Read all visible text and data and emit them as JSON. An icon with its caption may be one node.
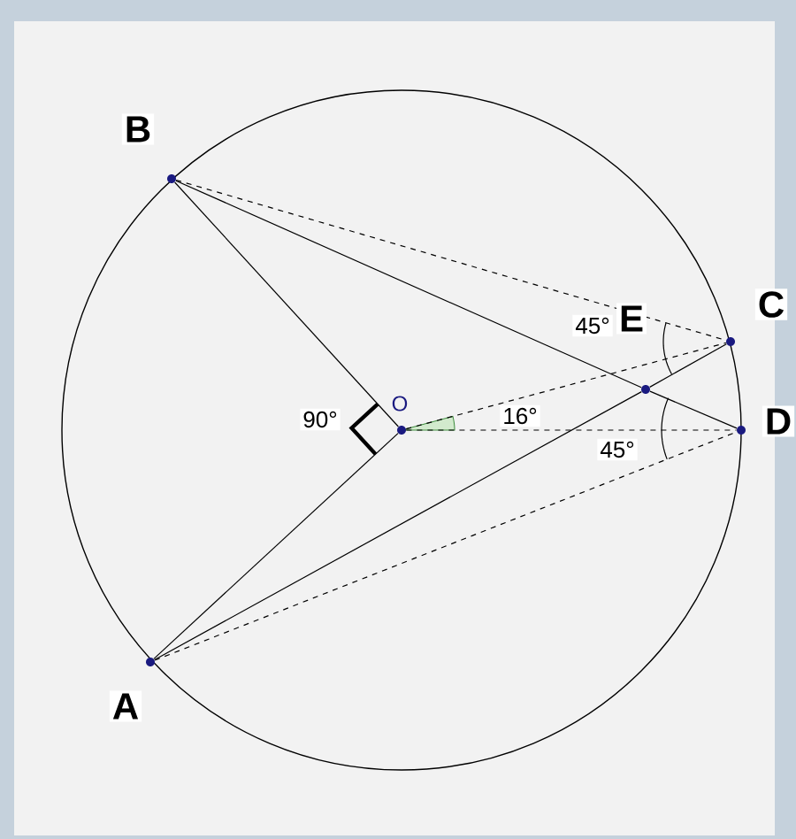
{
  "diagram": {
    "nodes": [
      {
        "text": [],
        "shape": "circle"
      },
      {
        "text": [],
        "shape": "circle"
      },
      {
        "text": [],
        "shape": "circle"
      },
      {
        "text": [],
        "shape": "circle"
      },
      {
        "text": [],
        "shape": "circle"
      },
      {
        "text": [],
        "shape": "circle"
      }
    ],
    "edges": [
      {
        "from": 0,
        "to": 3,
        "arrow": "none"
      },
      {
        "from": 3,
        "to": 5,
        "arrow": "none"
      },
      {
        "from": 0,
        "to": 1,
        "arrow": "none"
      },
      {
        "from": 1,
        "to": 4,
        "arrow": "none"
      },
      {
        "from": 5,
        "to": 1,
        "arrow": "none"
      },
      {
        "from": 1,
        "to": 2,
        "arrow": "none"
      },
      {
        "from": 0,
        "to": 2,
        "arrow": "none",
        "style": "dashed"
      },
      {
        "from": 3,
        "to": 2,
        "arrow": "none",
        "style": "dashed"
      },
      {
        "from": 3,
        "to": 4,
        "arrow": "none",
        "style": "dashed"
      },
      {
        "from": 5,
        "to": 4,
        "arrow": "none",
        "style": "dashed"
      }
    ],
    "labels": [
      "B",
      "45°",
      "E",
      "C",
      "O",
      "90°",
      "16°",
      "D",
      "45°",
      "A"
    ]
  }
}
